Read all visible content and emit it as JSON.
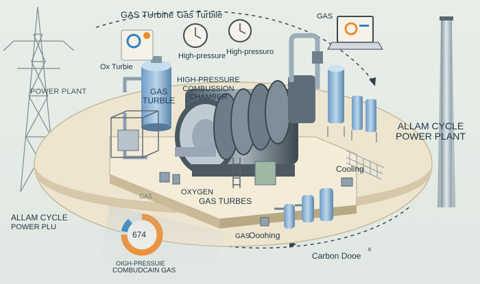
{
  "labels": {
    "gas_turbine_top_left": "GAS TUrbine",
    "gas_turbine_top_right": "Gas Turbile",
    "high_pressure_1": "High-pressure",
    "high_pressure_2": "High-pressuro",
    "gas_top": "GAS",
    "ox_turbie": "Ox Turbie",
    "power_plant_left": "POWER PLANT",
    "tank_label": "GAS\nTURBLE",
    "combustion_chamber": "HIGH-PRESSURE\nCOMBUSSION\nCHAMBER",
    "allam_right": "ALLAM CYCLE\nPOWER PLANT",
    "allam_left_1": "ALLAM CYCLE",
    "allam_left_2": "POWER PLU",
    "cooling_right": "Cooling",
    "oxygen": "OXYGEN",
    "gas_turbes": "GAS TURBES",
    "gas_small": "GAS",
    "gas_cooling": "GAS",
    "ooohing": "Ooohing",
    "carbon": "Carbon Dooe",
    "carbon_sup": "E",
    "gauge_value": "674",
    "bottom_gas_1": "OIGH-PRESSUIE",
    "bottom_gas_2": "COMBUDCAIN GAS"
  },
  "icons": {
    "transmission_tower": "transmission-tower-icon",
    "clock": "pressure-gauge-icon",
    "laptop": "laptop-icon",
    "chimney": "chimney-icon"
  },
  "gauge": {
    "value_fraction": 0.75
  },
  "colors": {
    "accent_orange": "#f08a2a",
    "accent_blue": "#2f7fc0",
    "steel": "#7f93a0",
    "platform": "#f2ead6"
  }
}
